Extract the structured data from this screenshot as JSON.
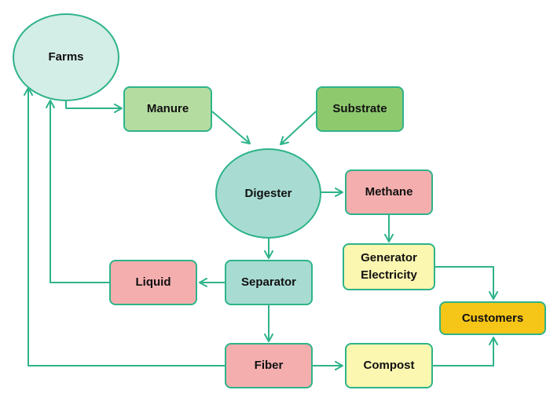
{
  "diagram": {
    "edge_color": "#2eb38a",
    "nodes": {
      "farms": {
        "label": "Farms",
        "fill": "#d3ede7"
      },
      "manure": {
        "label": "Manure",
        "fill": "#b5dca0"
      },
      "substrate": {
        "label": "Substrate",
        "fill": "#8fc96e"
      },
      "digester": {
        "label": "Digester",
        "fill": "#a8dcd3"
      },
      "methane": {
        "label": "Methane",
        "fill": "#f5aeae"
      },
      "generator": {
        "label": "Generator\nElectricity",
        "fill": "#fbf6b0"
      },
      "separator": {
        "label": "Separator",
        "fill": "#a8dcd3"
      },
      "liquid": {
        "label": "Liquid",
        "fill": "#f5aeae"
      },
      "customers": {
        "label": "Customers",
        "fill": "#f5c518"
      },
      "fiber": {
        "label": "Fiber",
        "fill": "#f5aeae"
      },
      "compost": {
        "label": "Compost",
        "fill": "#fbf6b0"
      }
    },
    "edges": [
      {
        "from": "farms",
        "to": "manure"
      },
      {
        "from": "manure",
        "to": "digester"
      },
      {
        "from": "substrate",
        "to": "digester"
      },
      {
        "from": "digester",
        "to": "methane"
      },
      {
        "from": "methane",
        "to": "generator"
      },
      {
        "from": "generator",
        "to": "customers"
      },
      {
        "from": "digester",
        "to": "separator"
      },
      {
        "from": "separator",
        "to": "liquid"
      },
      {
        "from": "liquid",
        "to": "farms"
      },
      {
        "from": "separator",
        "to": "fiber"
      },
      {
        "from": "fiber",
        "to": "compost"
      },
      {
        "from": "fiber",
        "to": "farms"
      },
      {
        "from": "compost",
        "to": "customers"
      }
    ]
  }
}
